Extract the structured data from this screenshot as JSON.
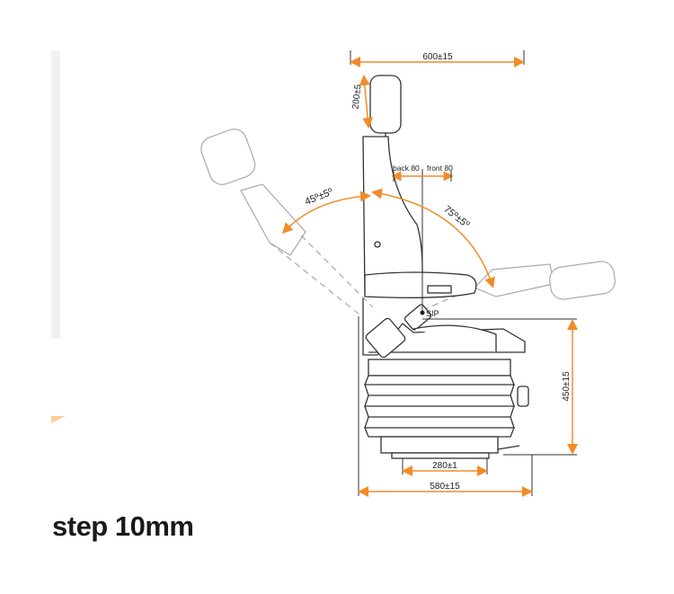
{
  "diagram": {
    "accent_color": "#f28c28",
    "line_color": "#333333",
    "dimensions": {
      "overall_width": "600±15",
      "headrest_height": "200±5",
      "backrest_forward_tilt": "45º±5º",
      "backrest_rear_tilt": "75º±5º",
      "height": "450±15",
      "rail_distance": "280±1",
      "base_depth": "580±15"
    },
    "labels": {
      "back_travel": "back 80",
      "front_travel": "front 80",
      "sip": "SIP"
    }
  },
  "caption": "step 10mm"
}
